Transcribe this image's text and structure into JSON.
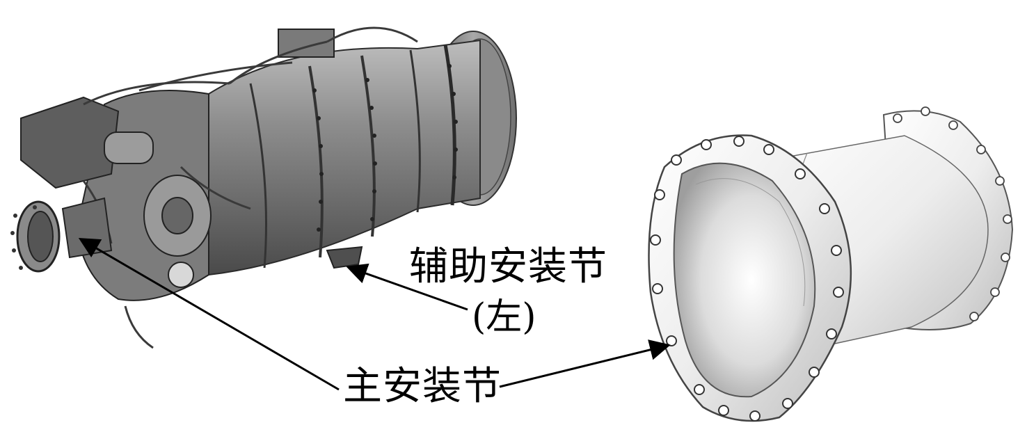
{
  "labels": {
    "auxiliary_mount_line1": "辅助安装节",
    "auxiliary_mount_line2": "(左)",
    "main_mount": "主安装节"
  },
  "colors": {
    "ink": "#000000",
    "metal_dark": "#6b6b6b",
    "metal_mid": "#9a9a9a",
    "metal_light": "#d6d6d6",
    "background": "#ffffff"
  }
}
